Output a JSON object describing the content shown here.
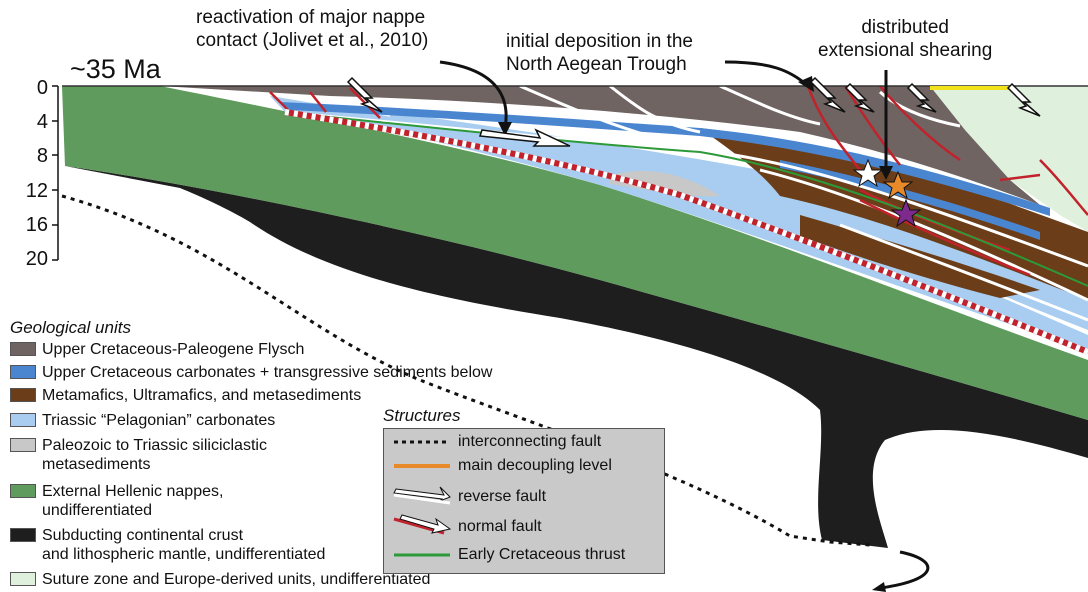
{
  "annotations": {
    "nappe_contact": "reactivation of major nappe\ncontact (Jolivet et al., 2010)",
    "north_aegean": "initial deposition in the\nNorth Aegean Trough",
    "extensional": "distributed\nextensional shearing"
  },
  "age_label": "~35 Ma",
  "depth_axis": {
    "ticks": [
      "0",
      "4",
      "8",
      "12",
      "16",
      "20"
    ]
  },
  "colors": {
    "flysch": "#6f6462",
    "carbonates_upper": "#4a86d0",
    "metamafics": "#6b3d18",
    "pelagonian": "#a8cdf0",
    "siliciclastic": "#c8c8c8",
    "external_nappes": "#5e9b5c",
    "subducting": "#1e1e1e",
    "suture": "#dff0dc",
    "red": "#c1222b",
    "orange": "#e98a2a",
    "green": "#2d9a3a",
    "structures_bg": "#c9c9c9"
  },
  "legend": {
    "title": "Geological units",
    "items": [
      {
        "label": "Upper Cretaceous-Paleogene Flysch",
        "color": "#6f6462"
      },
      {
        "label": "Upper Cretaceous carbonates + transgressive sediments below",
        "color": "#4a86d0"
      },
      {
        "label": "Metamafics, Ultramafics, and metasediments",
        "color": "#6b3d18"
      },
      {
        "label": "Triassic “Pelagonian” carbonates",
        "color": "#a8cdf0"
      },
      {
        "label": "Paleozoic to Triassic siliciclastic\nmetasediments",
        "color": "#c8c8c8"
      },
      {
        "label": "External Hellenic nappes,\nundifferentiated",
        "color": "#5e9b5c"
      },
      {
        "label": "Subducting continental crust\nand lithospheric mantle, undifferentiated",
        "color": "#1e1e1e"
      },
      {
        "label": "Suture zone and Europe-derived units, undifferentiated",
        "color": "#dff0dc"
      }
    ]
  },
  "structures": {
    "title": "Structures",
    "items": [
      {
        "label": "interconnecting fault",
        "symbol": "dotted-line"
      },
      {
        "label": "main decoupling level",
        "symbol": "orange-line"
      },
      {
        "label": "reverse fault",
        "symbol": "white-half-arrow"
      },
      {
        "label": "normal fault",
        "symbol": "red-half-arrow"
      },
      {
        "label": "Early Cretaceous thrust",
        "symbol": "green-line"
      }
    ]
  },
  "stars": [
    {
      "name": "white-star",
      "color": "#ffffff"
    },
    {
      "name": "orange-star",
      "color": "#e98a2a"
    },
    {
      "name": "purple-star",
      "color": "#7d2a8c"
    }
  ]
}
